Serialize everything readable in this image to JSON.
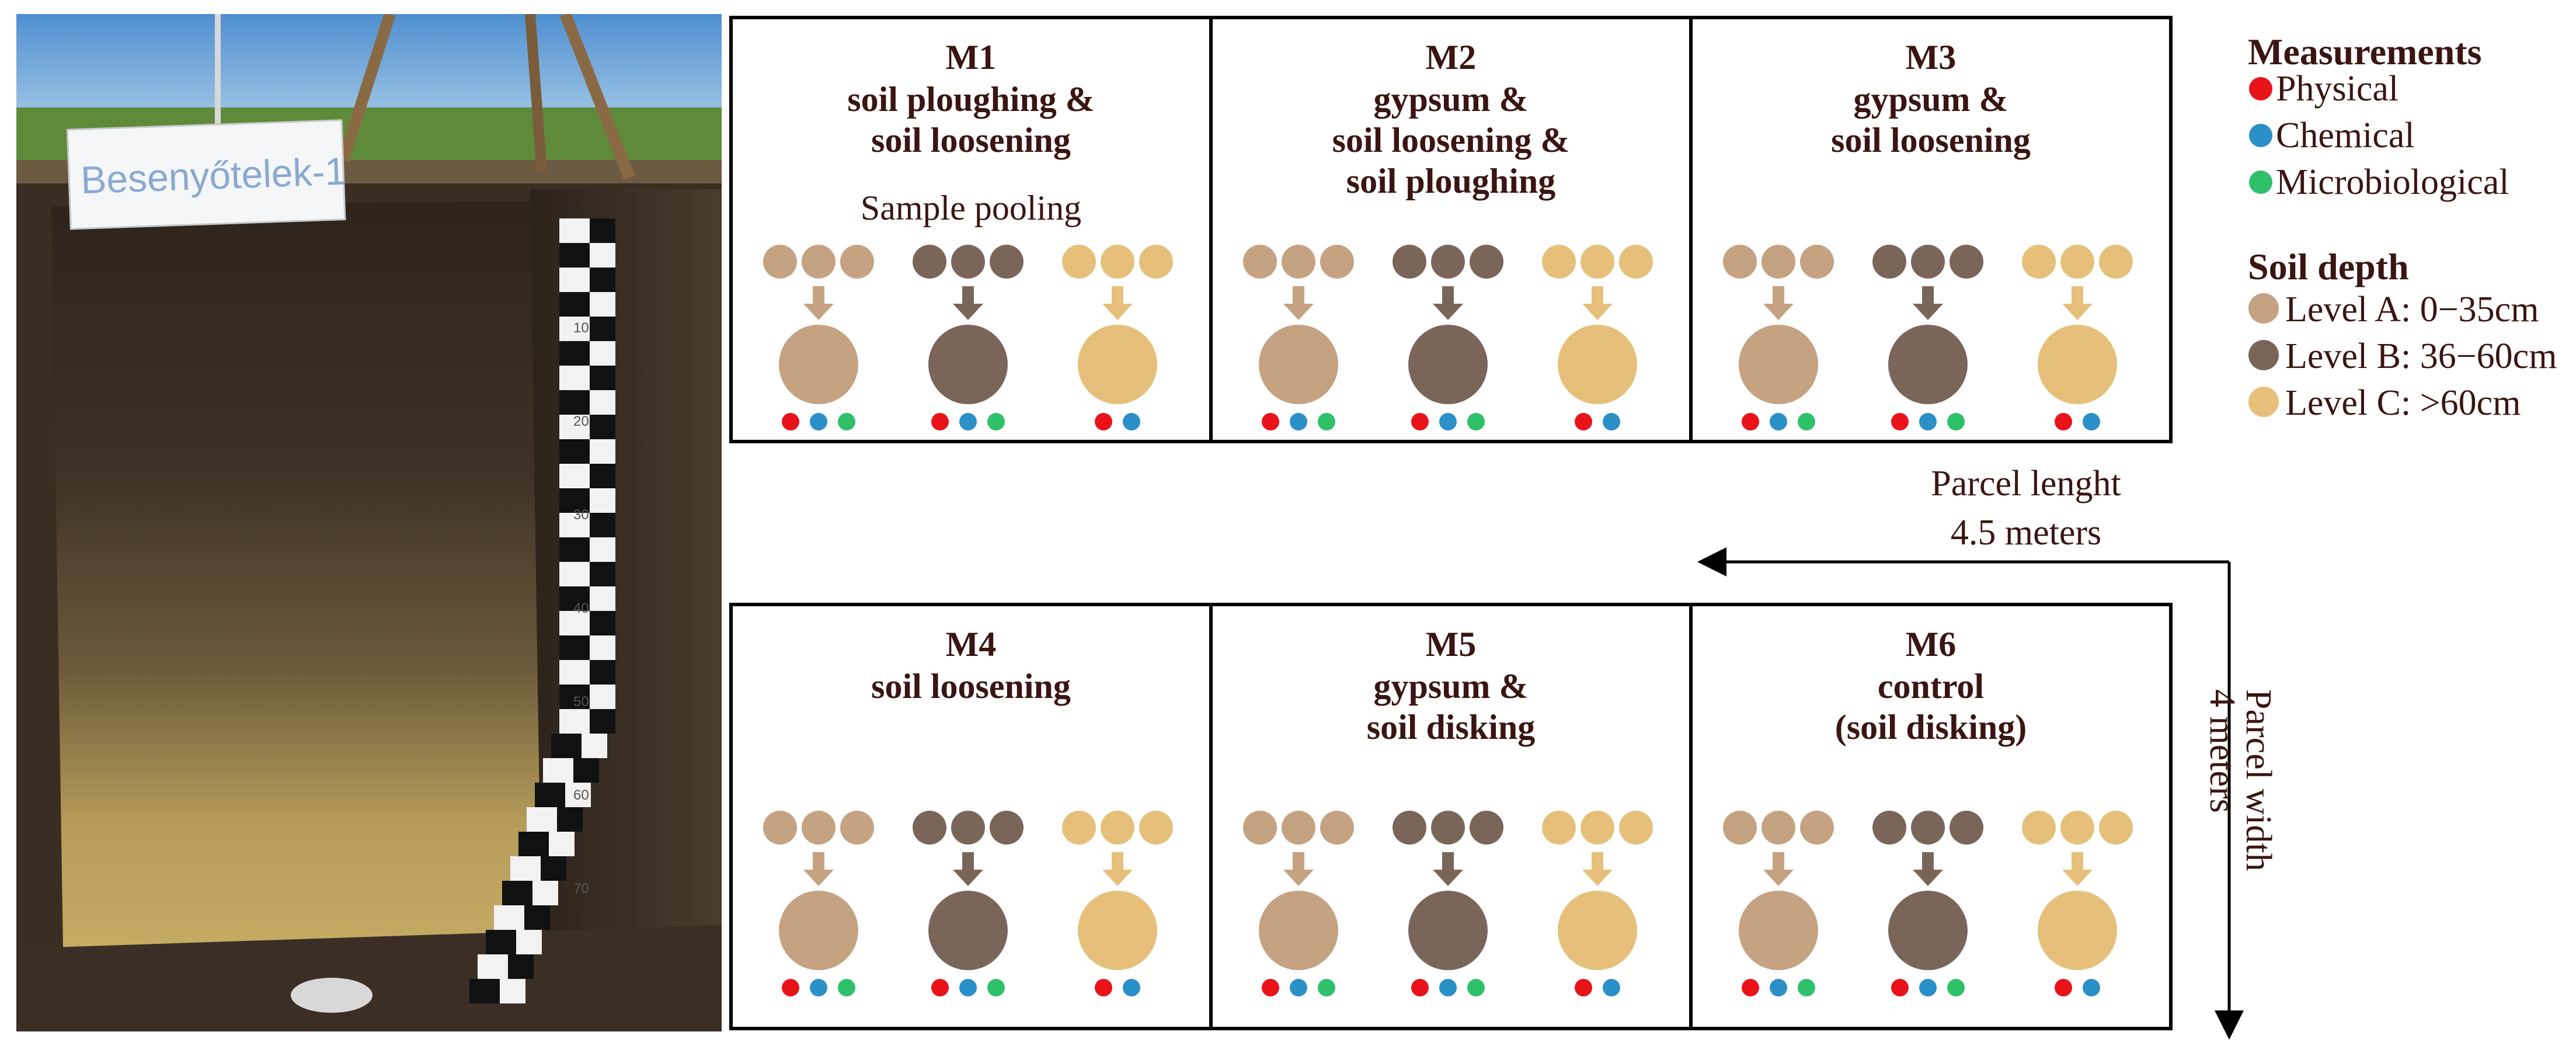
{
  "photo": {
    "sign_text": "Besenyőtelek-1",
    "scale_marks": [
      "10",
      "20",
      "30",
      "40",
      "50",
      "60",
      "70"
    ]
  },
  "panels": [
    {
      "id": "M1",
      "lines": [
        "soil ploughing &",
        "soil loosening"
      ]
    },
    {
      "id": "M2",
      "lines": [
        "gypsum &",
        "soil loosening &",
        "soil ploughing"
      ]
    },
    {
      "id": "M3",
      "lines": [
        "gypsum &",
        "soil loosening"
      ]
    },
    {
      "id": "M4",
      "lines": [
        "soil loosening"
      ]
    },
    {
      "id": "M5",
      "lines": [
        "gypsum &",
        "soil disking"
      ]
    },
    {
      "id": "M6",
      "lines": [
        "control",
        "(soil disking)"
      ]
    }
  ],
  "sample_pooling_label": "Sample pooling",
  "pool_groups": [
    {
      "level": "A",
      "measurements": [
        "physical",
        "chemical",
        "microbiological"
      ]
    },
    {
      "level": "B",
      "measurements": [
        "physical",
        "chemical",
        "microbiological"
      ]
    },
    {
      "level": "C",
      "measurements": [
        "physical",
        "chemical"
      ]
    }
  ],
  "legend": {
    "measurements_title": "Measurements",
    "measurements": [
      {
        "key": "physical",
        "label": "Physical",
        "color": "#e8141a"
      },
      {
        "key": "chemical",
        "label": "Chemical",
        "color": "#2b8fc8"
      },
      {
        "key": "microbiological",
        "label": "Microbiological",
        "color": "#2fc06a"
      }
    ],
    "depth_title": "Soil depth",
    "depths": [
      {
        "key": "A",
        "label": "Level A: 0−35cm",
        "color": "#c4a282"
      },
      {
        "key": "B",
        "label": "Level B: 36−60cm",
        "color": "#7a6659"
      },
      {
        "key": "C",
        "label": "Level C: >60cm",
        "color": "#e6c07a"
      }
    ]
  },
  "parcel": {
    "length_label": [
      "Parcel lenght",
      "4.5 meters"
    ],
    "width_label": [
      "Parcel width",
      "4 meters"
    ]
  }
}
